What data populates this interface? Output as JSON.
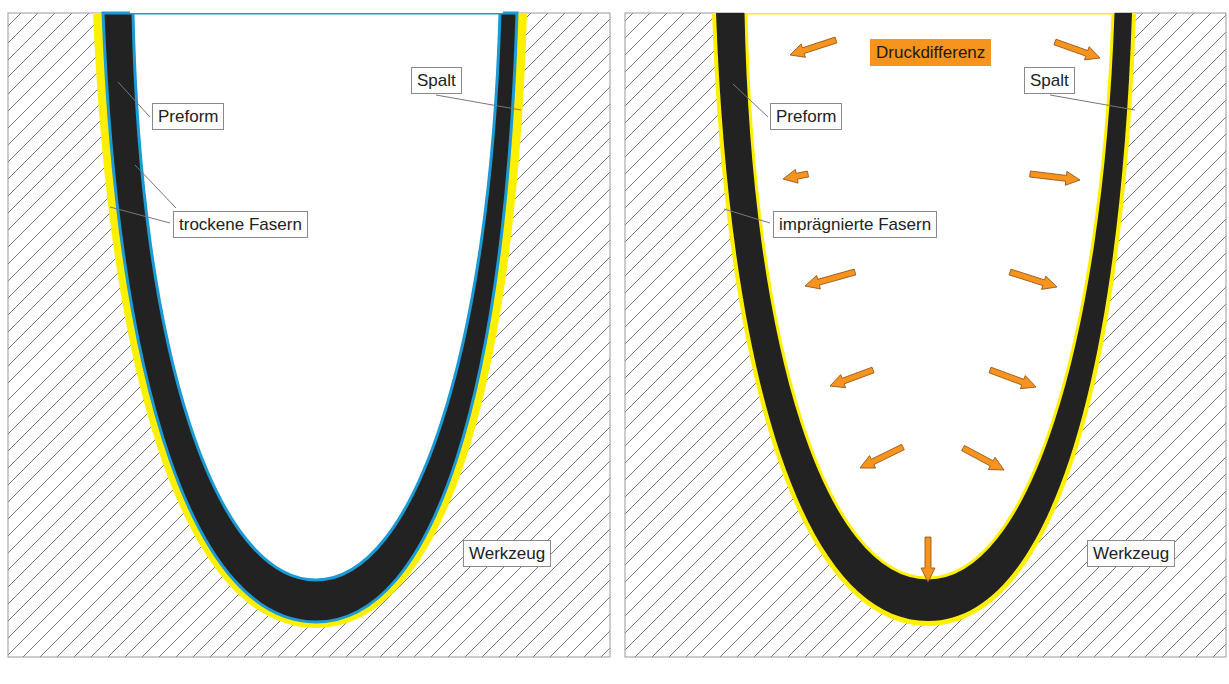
{
  "diagram": {
    "nodes": [
      {
        "text": [
          "Spalt"
        ]
      },
      {
        "text": [
          "Preform"
        ]
      },
      {
        "text": [
          "trockene Fasern"
        ]
      },
      {
        "text": [
          "Werkzeug"
        ]
      },
      {
        "text": [
          "Druckdifferenz"
        ]
      },
      {
        "text": [
          "Spalt"
        ]
      },
      {
        "text": [
          "Preform"
        ]
      },
      {
        "text": [
          "imprägnierte Fasern"
        ]
      },
      {
        "text": [
          "Werkzeug"
        ]
      }
    ]
  }
}
